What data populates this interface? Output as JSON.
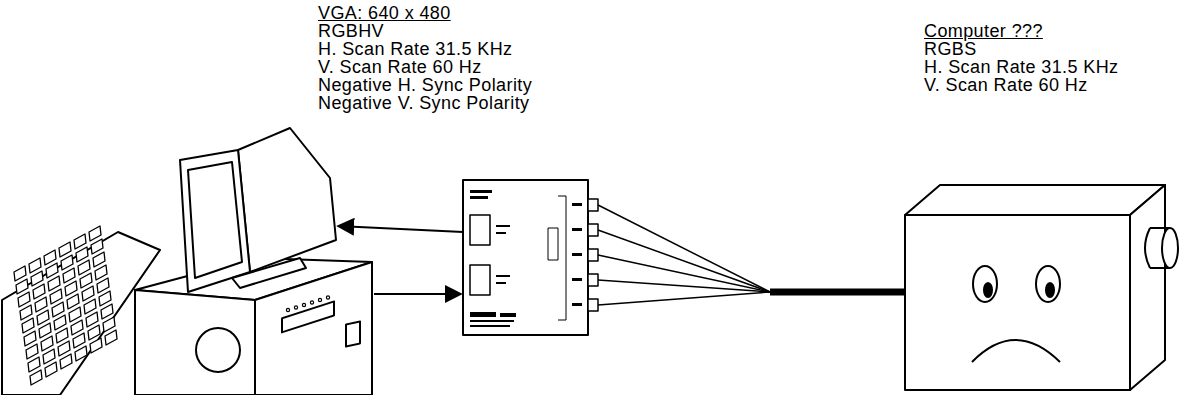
{
  "diagram": {
    "labels": [
      "VGA: 640 x 480",
      "RGBHV",
      "H. Scan Rate 31.5 KHz",
      "V. Scan Rate 60 Hz",
      "Negative H. Sync Polarity",
      "Negative V. Sync Polarity",
      "Computer ???",
      "RGBS",
      "H. Scan Rate 31.5 KHz",
      "V. Scan Rate 60 Hz"
    ]
  }
}
